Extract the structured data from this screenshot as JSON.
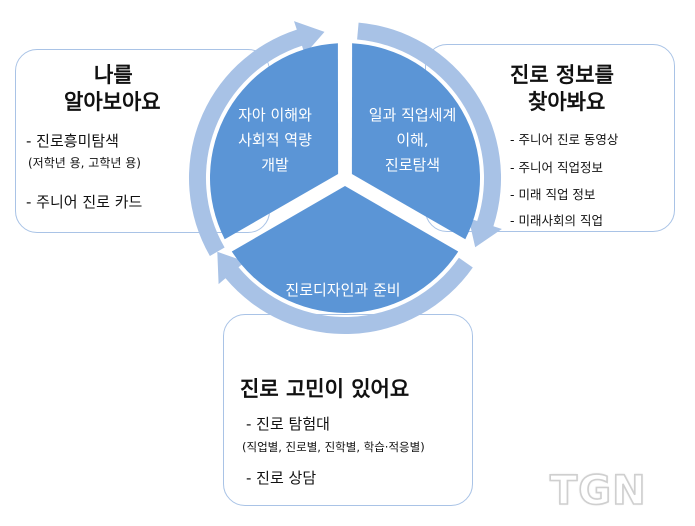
{
  "cards": {
    "left": {
      "title_line1": "나를",
      "title_line2": "알아보아요",
      "item1": "-   진로흥미탐색",
      "item1_note": "(저학년 용, 고학년 용)",
      "item2": "-   주니어 진로 카드"
    },
    "right": {
      "title_line1": "진로 정보를",
      "title_line2": "찾아봐요",
      "items": [
        "- 주니어 진로 동영상",
        "- 주니어 직업정보",
        "- 미래 직업 정보",
        "- 미래사회의 직업"
      ]
    },
    "bottom": {
      "title": "진로 고민이 있어요",
      "item1": "- 진로 탐험대",
      "item1_note": "(직업별, 진로별, 진학별, 학습·적응별)",
      "item2": "- 진로 상담"
    }
  },
  "cycle": {
    "left_segment": [
      "자아 이해와",
      "사회적 역량",
      "개발"
    ],
    "right_segment": [
      "일과 직업세계",
      "이해,",
      "진로탐색"
    ],
    "bottom_segment": "진로디자인과 준비"
  },
  "watermark": "TGN",
  "colors": {
    "segment_fill": "#5b95d6",
    "arrow_band": "#a8c2e6",
    "card_border": "#a9c3e6"
  }
}
